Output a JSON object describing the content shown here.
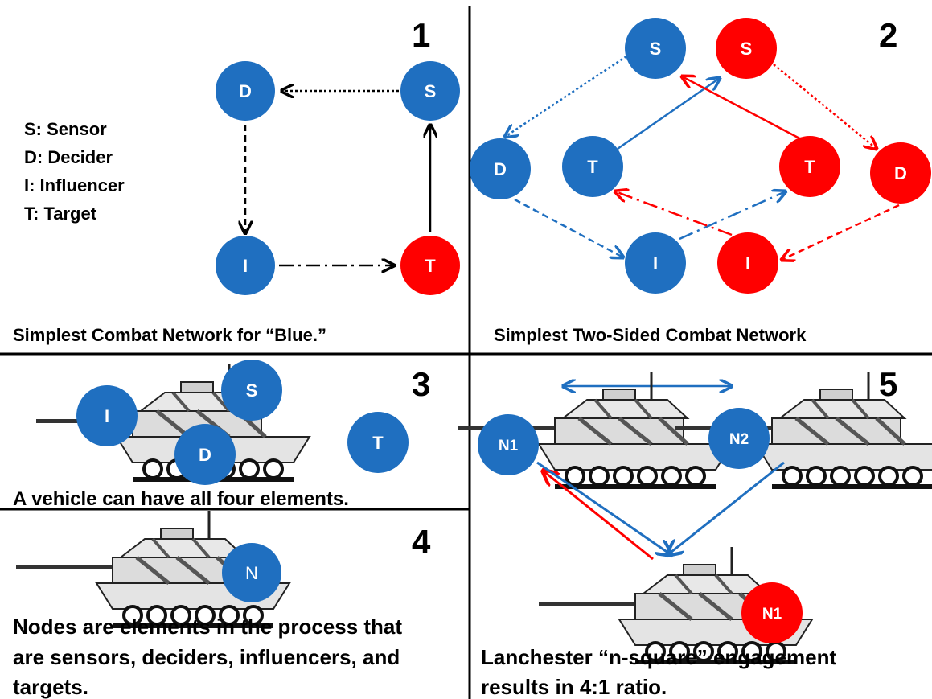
{
  "colors": {
    "blue": "#1f6fc0",
    "red": "#ff0000",
    "divider": "#000000"
  },
  "panels": {
    "p1": {
      "number": "1",
      "legend": [
        "S: Sensor",
        "D: Decider",
        "I: Influencer",
        "T: Target"
      ],
      "nodes": {
        "D": "D",
        "S": "S",
        "I": "I",
        "T": "T"
      },
      "caption": "Simplest Combat Network for “Blue.”"
    },
    "p2": {
      "number": "2",
      "nodes": {
        "bS": "S",
        "rS": "S",
        "bD": "D",
        "bT": "T",
        "rT": "T",
        "rD": "D",
        "bI": "I",
        "rI": "I"
      },
      "caption": "Simplest  Two-Sided Combat Network"
    },
    "p3": {
      "number": "3",
      "nodes": {
        "I": "I",
        "S": "S",
        "D": "D",
        "T": "T"
      },
      "caption": "A vehicle can have all four elements."
    },
    "p4": {
      "number": "4",
      "nodes": {
        "N": "N"
      },
      "caption_lines": [
        "Nodes are elements in the process that",
        "are sensors, deciders, influencers, and",
        "targets."
      ]
    },
    "p5": {
      "number": "5",
      "nodes": {
        "N1": "N1",
        "N2": "N2",
        "rN1": "N1"
      },
      "caption_lines": [
        "Lanchester “n-square” engagement",
        "results in 4:1 ratio."
      ]
    }
  }
}
